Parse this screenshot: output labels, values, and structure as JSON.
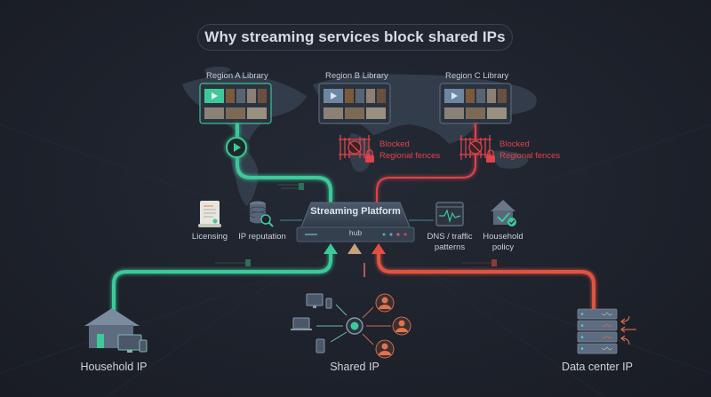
{
  "title": "Why streaming services block shared IPs",
  "libraries": [
    {
      "label": "Region A Library",
      "status": "allowed"
    },
    {
      "label": "Region B Library",
      "status": "blocked"
    },
    {
      "label": "Region C Library",
      "status": "blocked"
    }
  ],
  "blocked": {
    "line1": "Blocked",
    "line2": "Regional fences"
  },
  "hub": {
    "title": "Streaming Platform",
    "subtitle": "hub"
  },
  "factors": [
    {
      "label": "Licensing",
      "icon": "document-icon"
    },
    {
      "label": "IP reputation",
      "icon": "database-search-icon"
    },
    {
      "label": "DNS / traffic\npatterns",
      "line1": "DNS / traffic",
      "line2": "patterns",
      "icon": "monitor-pulse-icon"
    },
    {
      "label": "Household\npolicy",
      "line1": "Household",
      "line2": "policy",
      "icon": "house-check-icon"
    }
  ],
  "sources": [
    {
      "label": "Household IP",
      "color": "#3ec99a"
    },
    {
      "label": "Shared IP",
      "color": "#c9a07e"
    },
    {
      "label": "Data center IP",
      "color": "#e0523f"
    }
  ],
  "colors": {
    "allowed": "#3ec99a",
    "blocked": "#e0434a",
    "background": "#1d222b"
  }
}
